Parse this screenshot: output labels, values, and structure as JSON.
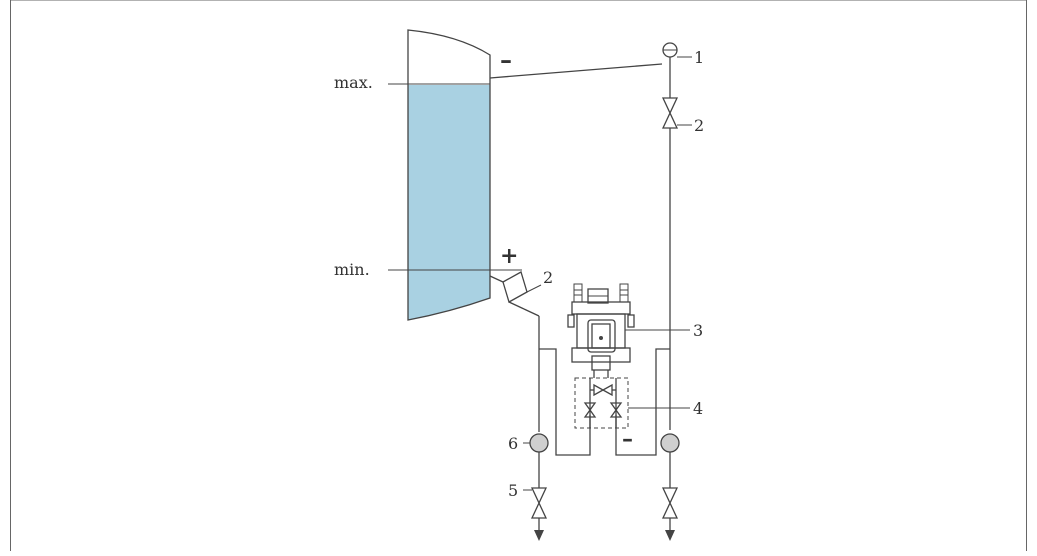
{
  "labels": {
    "max": "max.",
    "min": "min.",
    "minus_top": "–",
    "plus": "+",
    "minus_bottom": "–"
  },
  "callouts": [
    "1",
    "2",
    "2",
    "3",
    "4",
    "5",
    "6"
  ],
  "colors": {
    "liquid": "#a9d1e2",
    "line": "#444444",
    "condensate_pot": "#cfcfcf",
    "frame": "#666666"
  }
}
